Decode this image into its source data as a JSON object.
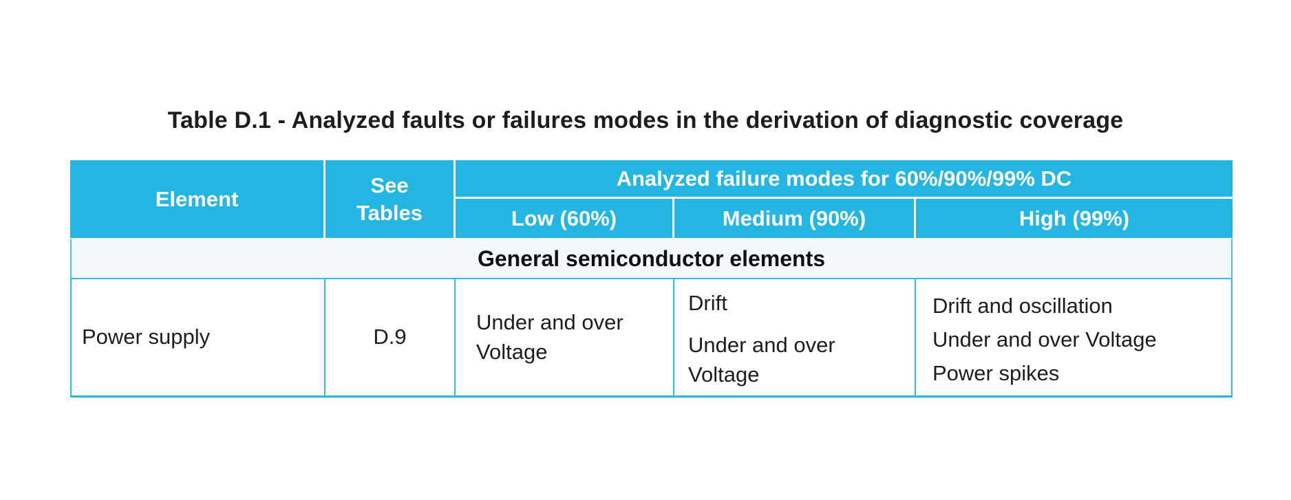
{
  "title": "Table D.1 - Analyzed faults or failures modes in the derivation of diagnostic coverage",
  "colors": {
    "page_bg": "#ffffff",
    "header_bg": "#24b6e2",
    "header_text": "#ffffff",
    "body_border_cyan": "#2fbce5",
    "section_row_bg": "#f2f8fb",
    "text": "#1d1d1b"
  },
  "table": {
    "header": {
      "element": "Element",
      "see_tables_lines": [
        "See",
        "Tables"
      ],
      "analyzed_group": "Analyzed failure modes for 60%/90%/99% DC",
      "low": "Low (60%)",
      "medium": "Medium (90%)",
      "high": "High (99%)"
    },
    "section_row": "General semiconductor elements",
    "body_row": {
      "element": "Power supply",
      "see_tables": "D.9",
      "low": "Under and over Voltage",
      "medium": [
        "Drift",
        "Under and over Voltage"
      ],
      "high": [
        "Drift and oscillation",
        "Under and over Voltage",
        "Power spikes"
      ]
    }
  }
}
